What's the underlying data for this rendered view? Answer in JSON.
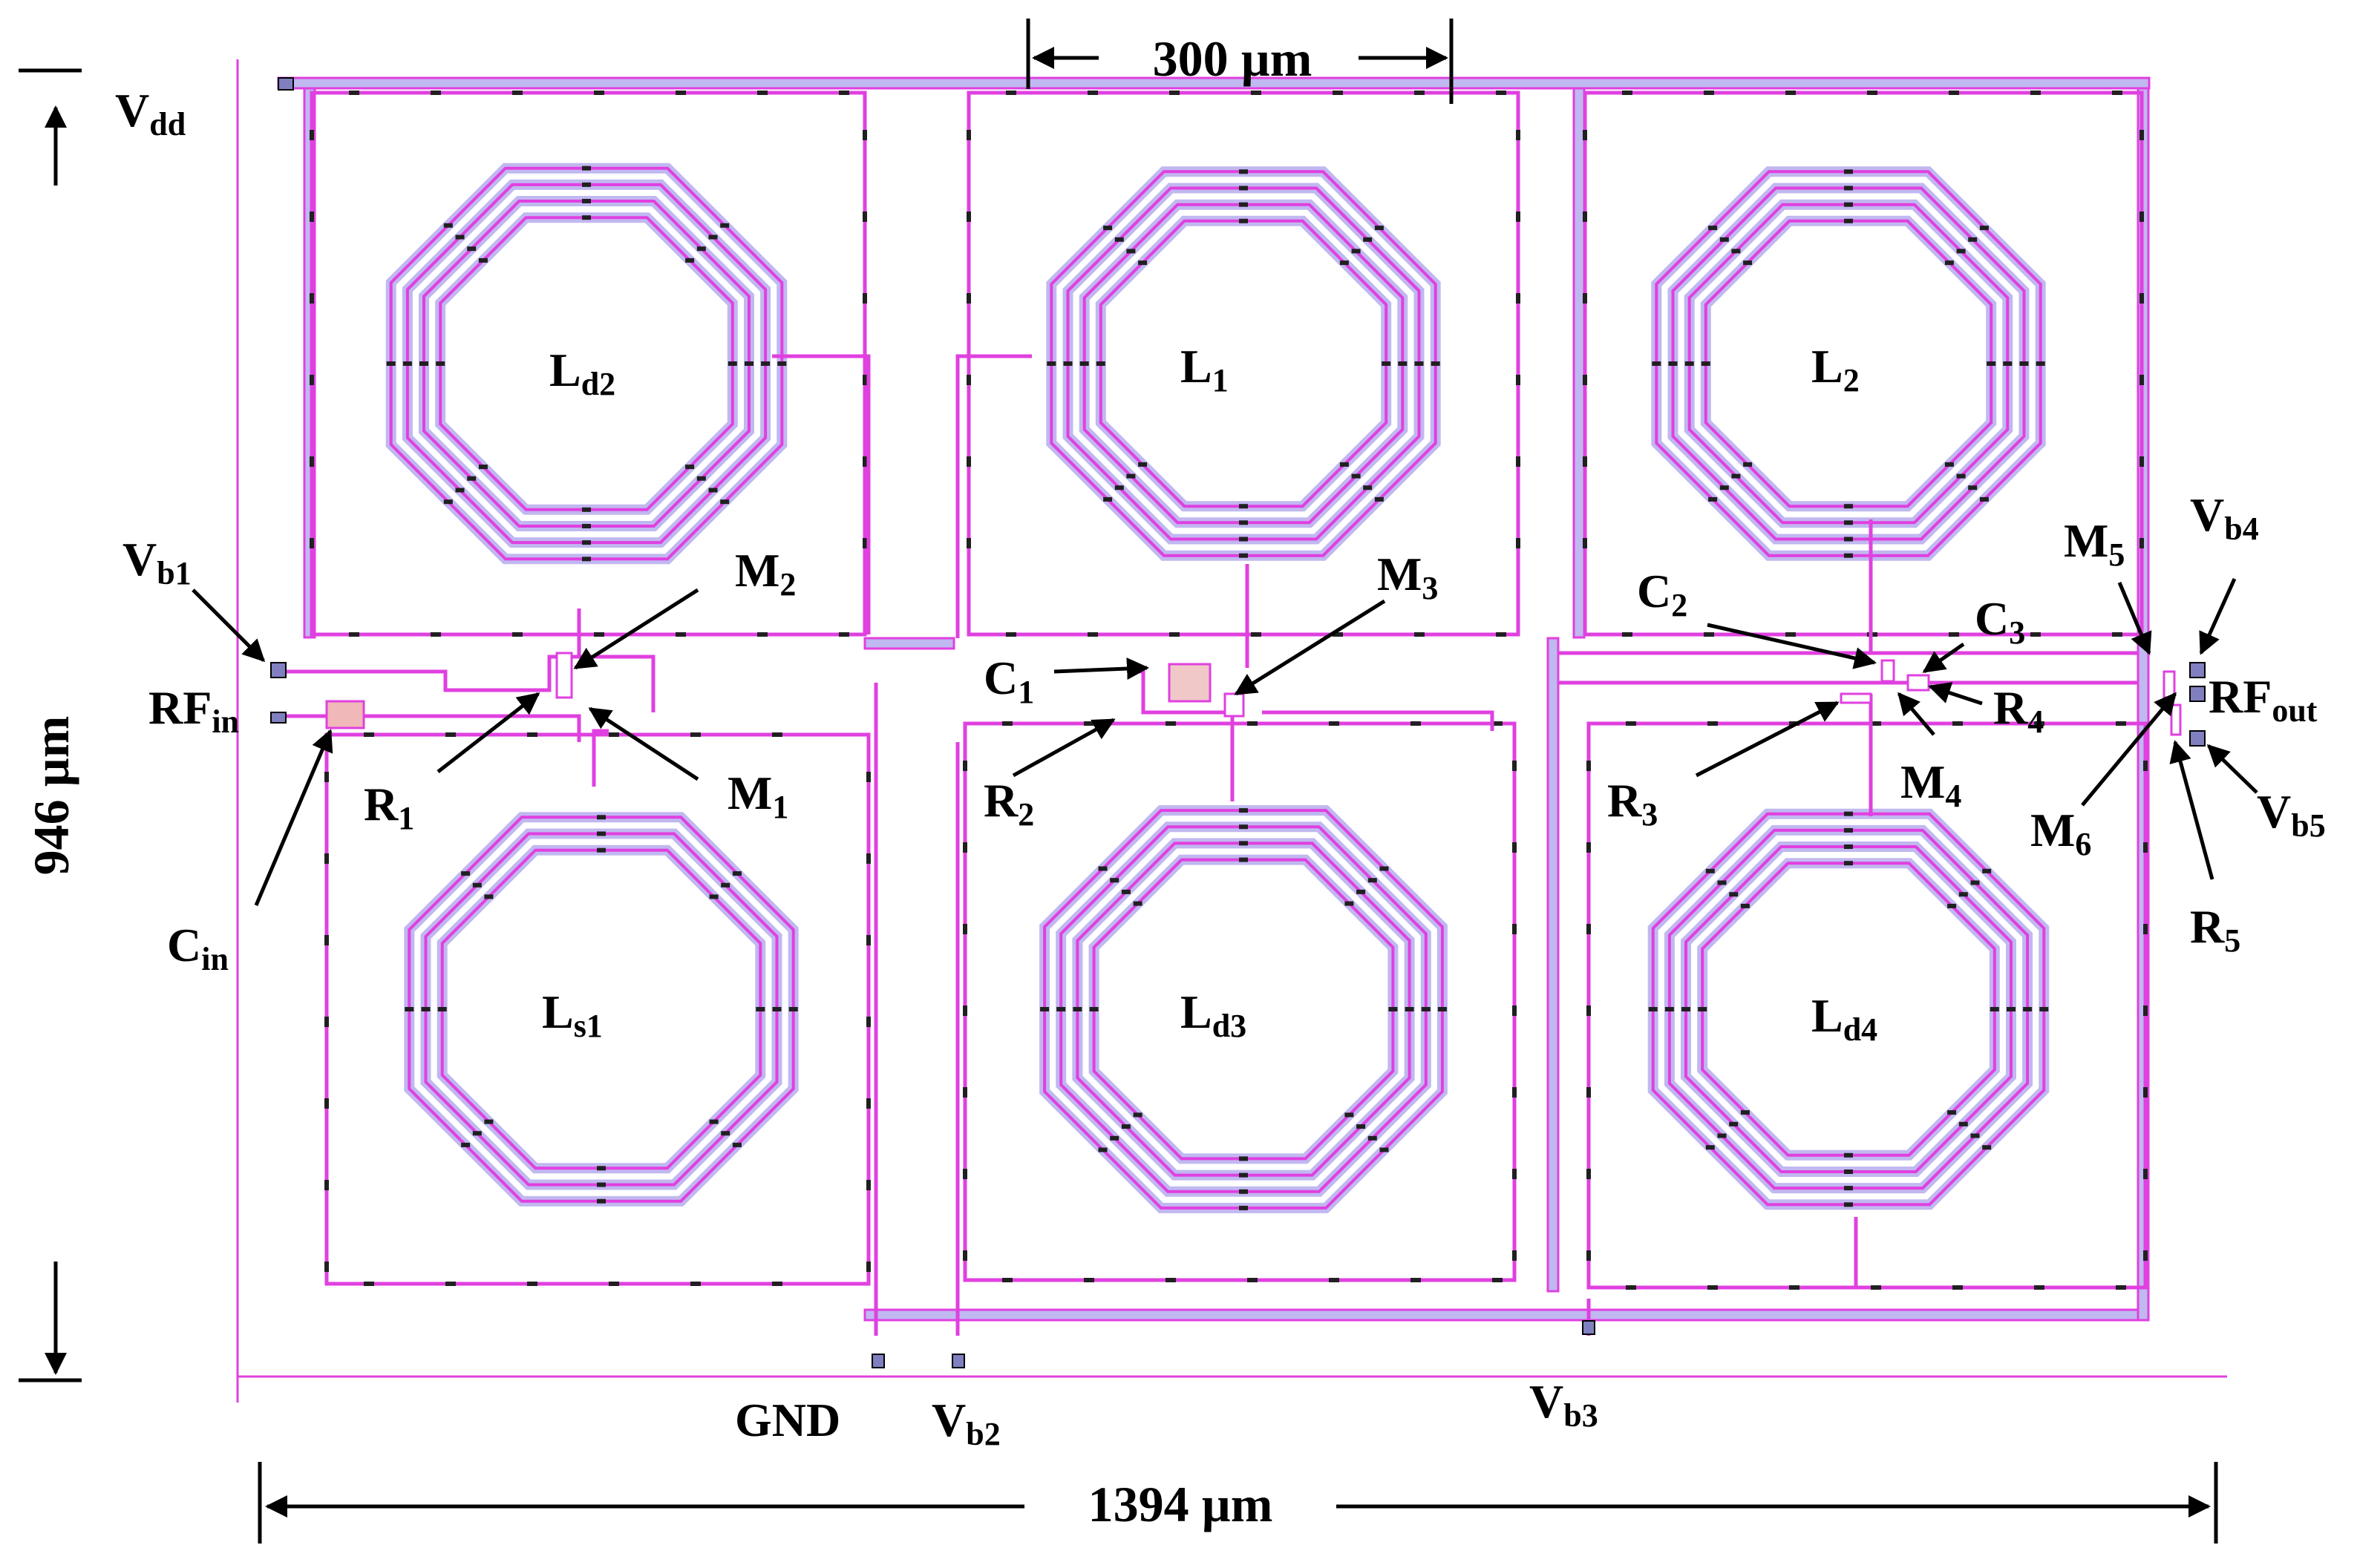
{
  "dimensions": {
    "width": "1394 µm",
    "height": "946 µm",
    "scale": "300 µm"
  },
  "inductors": [
    {
      "name": "L",
      "sub": "d2"
    },
    {
      "name": "L",
      "sub": "1"
    },
    {
      "name": "L",
      "sub": "2"
    },
    {
      "name": "L",
      "sub": "s1"
    },
    {
      "name": "L",
      "sub": "d3"
    },
    {
      "name": "L",
      "sub": "d4"
    }
  ],
  "pins": {
    "vdd": {
      "name": "V",
      "sub": "dd"
    },
    "vb1": {
      "name": "V",
      "sub": "b1"
    },
    "rfin": {
      "name": "RF",
      "sub": "in"
    },
    "cin": {
      "name": "C",
      "sub": "in"
    },
    "gnd": {
      "name": "GND"
    },
    "vb2": {
      "name": "V",
      "sub": "b2"
    },
    "vb3": {
      "name": "V",
      "sub": "b3"
    },
    "vb4": {
      "name": "V",
      "sub": "b4"
    },
    "vb5": {
      "name": "V",
      "sub": "b5"
    },
    "rfout": {
      "name": "RF",
      "sub": "out"
    }
  },
  "components": {
    "m1": {
      "name": "M",
      "sub": "1"
    },
    "m2": {
      "name": "M",
      "sub": "2"
    },
    "m3": {
      "name": "M",
      "sub": "3"
    },
    "m4": {
      "name": "M",
      "sub": "4"
    },
    "m5": {
      "name": "M",
      "sub": "5"
    },
    "m6": {
      "name": "M",
      "sub": "6"
    },
    "r1": {
      "name": "R",
      "sub": "1"
    },
    "r2": {
      "name": "R",
      "sub": "2"
    },
    "r3": {
      "name": "R",
      "sub": "3"
    },
    "r4": {
      "name": "R",
      "sub": "4"
    },
    "r5": {
      "name": "R",
      "sub": "5"
    },
    "c1": {
      "name": "C",
      "sub": "1"
    },
    "c2": {
      "name": "C",
      "sub": "2"
    },
    "c3": {
      "name": "C",
      "sub": "3"
    }
  },
  "colors": {
    "metal": "#e040e0",
    "metal_fill": "#c0b8f0",
    "dark": "#202020",
    "text": "#000000"
  }
}
